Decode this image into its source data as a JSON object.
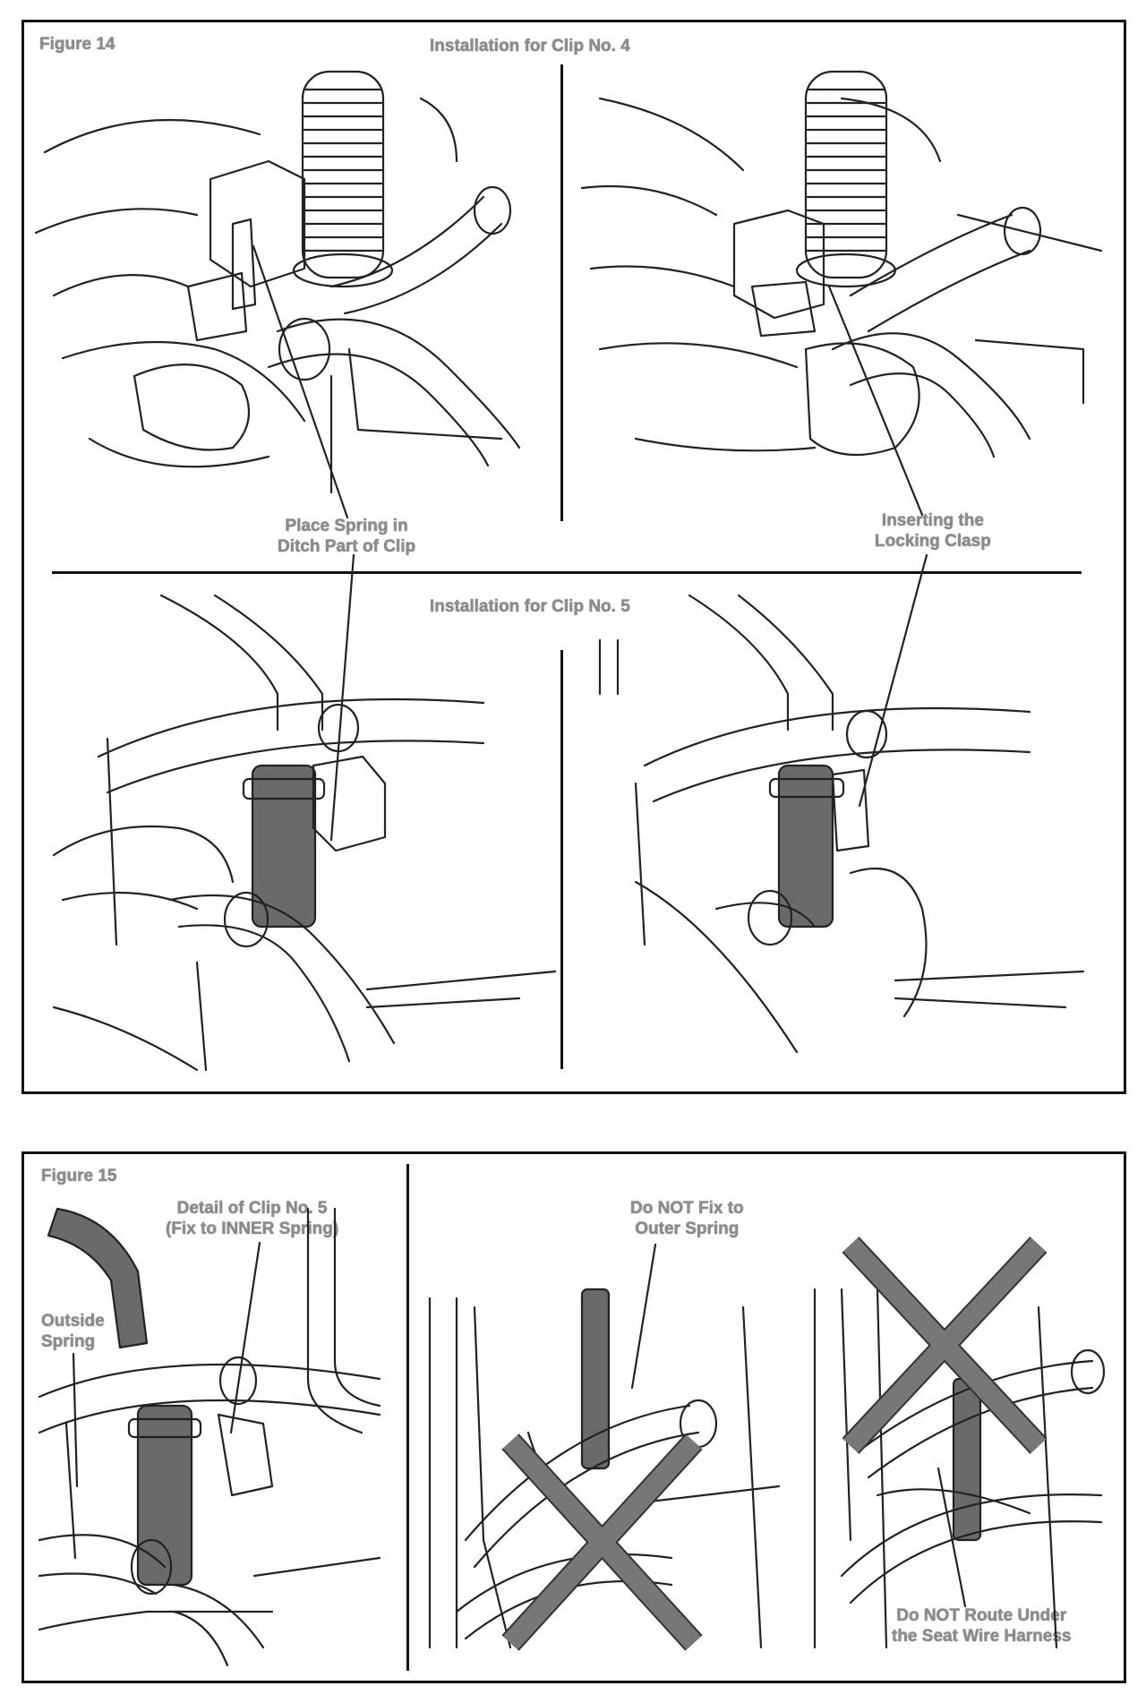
{
  "figure14": {
    "label": "Figure 14",
    "top_title": "Installation for Clip No. 4",
    "bottom_title": "Installation for Clip No. 5",
    "callout_spring": [
      "Place Spring in",
      "Ditch Part of Clip"
    ],
    "callout_clasp": [
      "Inserting  the",
      "Locking Clasp"
    ]
  },
  "figure15": {
    "label": "Figure 15",
    "detail": [
      "Detail of Clip No. 5",
      "(Fix to INNER Spring)"
    ],
    "outside": [
      "Outside",
      "Spring"
    ],
    "do_not_fix": [
      "Do NOT Fix to",
      "Outer Spring"
    ],
    "do_not_route": [
      "Do NOT Route Under",
      "the Seat Wire Harness"
    ]
  },
  "icons": {
    "wrong_mark_left": "x-mark-icon",
    "wrong_mark_right": "x-mark-icon"
  }
}
